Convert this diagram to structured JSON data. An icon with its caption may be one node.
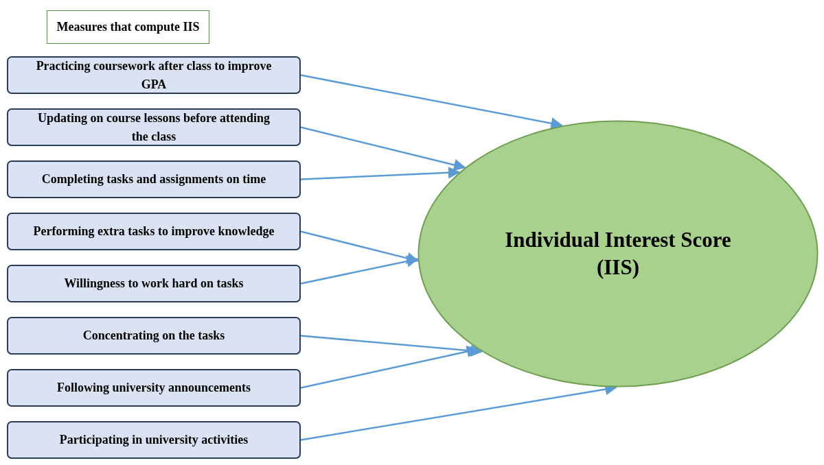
{
  "diagram": {
    "nodes": [
      {
        "text": [
          "Measures that compute IIS"
        ]
      },
      {
        "text": [
          "Practicing coursework after class to improve GPA"
        ]
      },
      {
        "text": [
          "Updating on course lessons before attending the class"
        ]
      },
      {
        "text": [
          "Completing tasks and assignments on time"
        ]
      },
      {
        "text": [
          "Performing extra tasks to improve knowledge"
        ]
      },
      {
        "text": [
          "Willingness  to work hard on tasks"
        ]
      },
      {
        "text": [
          "Concentrating on the tasks"
        ]
      },
      {
        "text": [
          "Following university announcements"
        ]
      },
      {
        "text": [
          "Participating in university activities"
        ]
      },
      {
        "text": [
          "Individual Interest Score (IIS)"
        ]
      }
    ],
    "edges": [
      {
        "from": 1,
        "to": 9,
        "arrow": "to"
      },
      {
        "from": 2,
        "to": 9,
        "arrow": "to"
      },
      {
        "from": 3,
        "to": 9,
        "arrow": "to"
      },
      {
        "from": 4,
        "to": 9,
        "arrow": "to"
      },
      {
        "from": 5,
        "to": 9,
        "arrow": "to"
      },
      {
        "from": 6,
        "to": 9,
        "arrow": "to"
      },
      {
        "from": 7,
        "to": 9,
        "arrow": "to"
      },
      {
        "from": 8,
        "to": 9,
        "arrow": "to"
      }
    ]
  }
}
